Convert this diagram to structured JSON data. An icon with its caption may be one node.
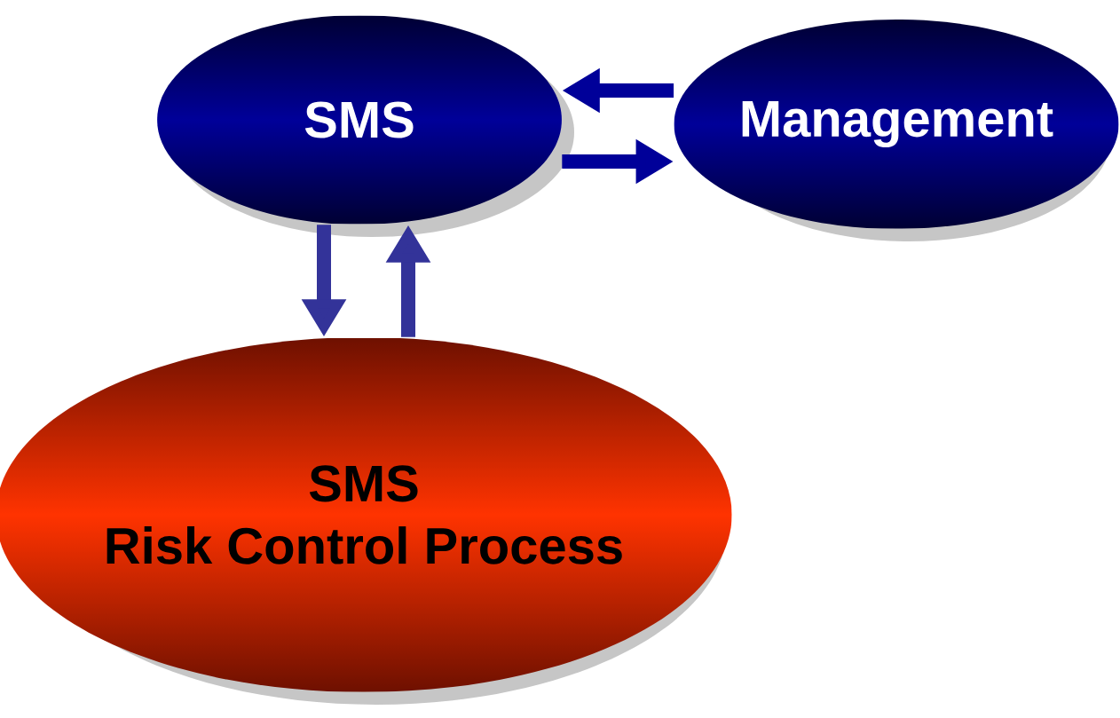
{
  "diagram": {
    "nodes": [
      {
        "text": [
          "SMS"
        ]
      },
      {
        "text": [
          "Management"
        ]
      },
      {
        "text": [
          "SMS",
          "Risk Control Process"
        ]
      }
    ],
    "edges": [
      {
        "from": 1,
        "to": 0,
        "arrow": "to"
      },
      {
        "from": 0,
        "to": 1,
        "arrow": "to"
      },
      {
        "from": 0,
        "to": 2,
        "arrow": "to",
        "color": "#333399"
      },
      {
        "from": 2,
        "to": 0,
        "arrow": "to",
        "color": "#333399"
      }
    ]
  }
}
